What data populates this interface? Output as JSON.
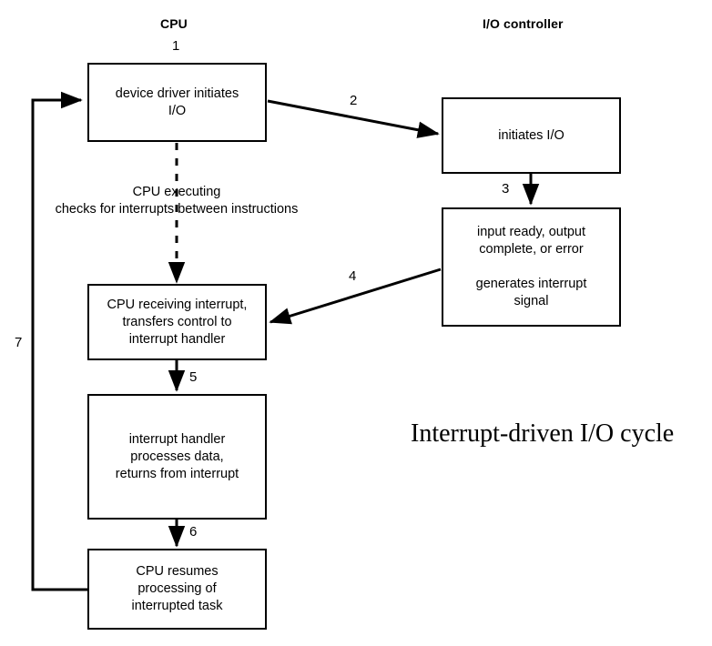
{
  "figure": {
    "title": "Interrupt-driven I/O cycle"
  },
  "columns": [
    {
      "id": "cpu",
      "label": "CPU"
    },
    {
      "id": "io-controller",
      "label": "I/O controller"
    }
  ],
  "nodes": [
    {
      "id": "device-driver-initiates-io",
      "column": "cpu",
      "paragraphs": [
        "device driver initiates\nI/O"
      ]
    },
    {
      "id": "controller-initiates-io",
      "column": "io-controller",
      "paragraphs": [
        "initiates I/O"
      ]
    },
    {
      "id": "input-ready-generates-interrupt",
      "column": "io-controller",
      "paragraphs": [
        "input ready, output\ncomplete, or error",
        "generates interrupt\nsignal"
      ]
    },
    {
      "id": "cpu-receiving-interrupt",
      "column": "cpu",
      "paragraphs": [
        "CPU receiving interrupt,\ntransfers control to\ninterrupt handler"
      ]
    },
    {
      "id": "interrupt-handler-processes-data",
      "column": "cpu",
      "paragraphs": [
        "interrupt handler\nprocesses data,\nreturns from interrupt"
      ]
    },
    {
      "id": "cpu-resumes-processing",
      "column": "cpu",
      "paragraphs": [
        "CPU resumes\nprocessing of\ninterrupted task"
      ]
    }
  ],
  "step_numbers": [
    {
      "id": "step-1",
      "label": "1"
    },
    {
      "id": "step-2",
      "label": "2"
    },
    {
      "id": "step-3",
      "label": "3"
    },
    {
      "id": "step-4",
      "label": "4"
    },
    {
      "id": "step-5",
      "label": "5"
    },
    {
      "id": "step-6",
      "label": "6"
    },
    {
      "id": "step-7",
      "label": "7"
    }
  ],
  "edge_labels": [
    {
      "id": "cpu-executing-note",
      "text": "CPU executing\nchecks for interrupts between instructions"
    }
  ],
  "colors": {
    "stroke": "#000000",
    "background": "#ffffff",
    "text": "#000000"
  }
}
